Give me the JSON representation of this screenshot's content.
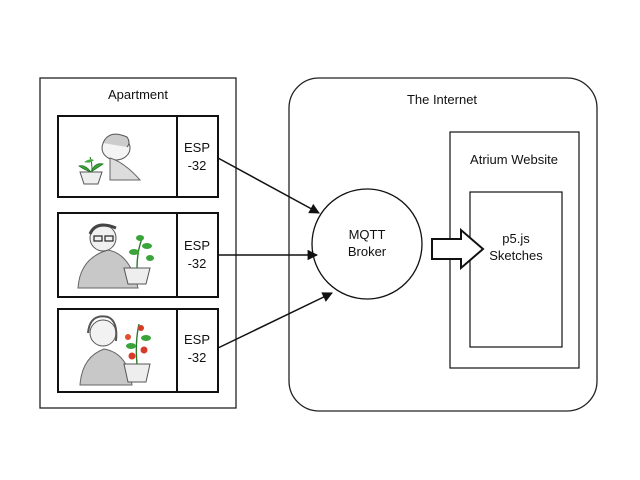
{
  "apartment": {
    "title": "Apartment",
    "devices": [
      {
        "module_line1": "ESP",
        "module_line2": "-32",
        "sketch_icon": "person-with-seedling-icon"
      },
      {
        "module_line1": "ESP",
        "module_line2": "-32",
        "sketch_icon": "person-with-plant-icon"
      },
      {
        "module_line1": "ESP",
        "module_line2": "-32",
        "sketch_icon": "person-with-tomato-plant-icon"
      }
    ]
  },
  "internet": {
    "title": "The Internet",
    "broker": {
      "line1": "MQTT",
      "line2": "Broker"
    },
    "website": {
      "title": "Atrium Website",
      "sketches": {
        "line1": "p5.js",
        "line2": "Sketches"
      }
    }
  }
}
